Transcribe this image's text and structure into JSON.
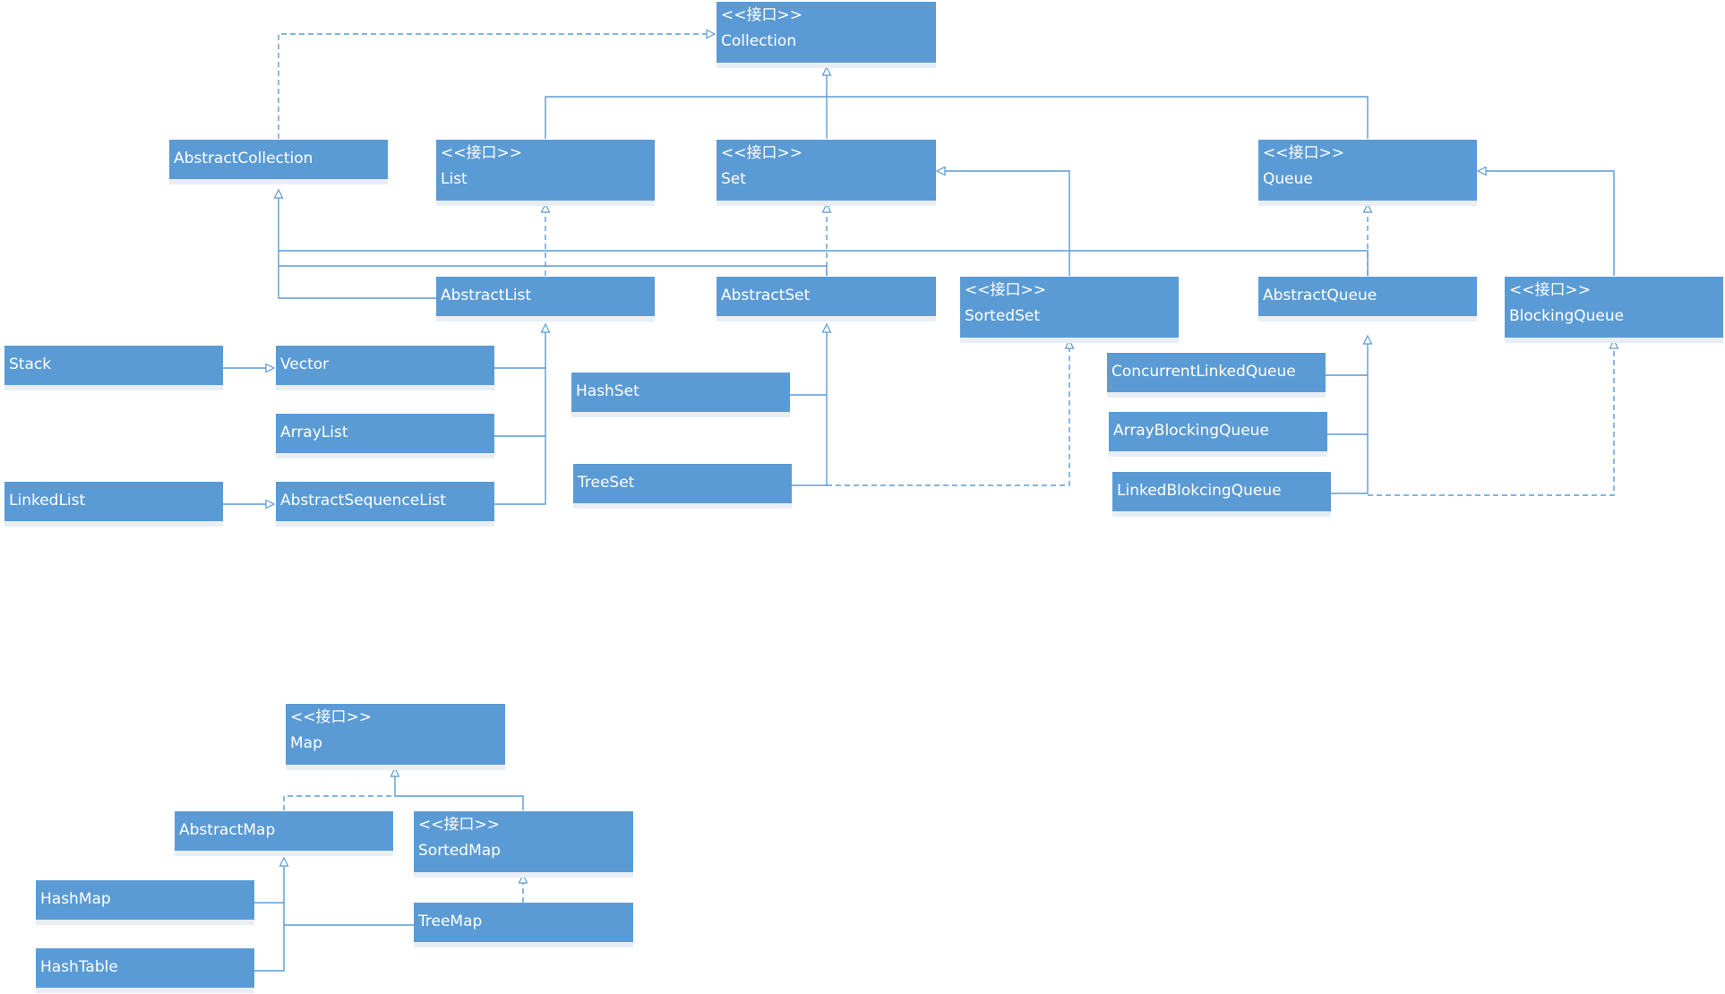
{
  "nodes": {
    "collection": {
      "stereotype": "<<接口>>",
      "name": "Collection"
    },
    "abstract_collection": {
      "name": "AbstractCollection"
    },
    "list": {
      "stereotype": "<<接口>>",
      "name": "List"
    },
    "set": {
      "stereotype": "<<接口>>",
      "name": "Set"
    },
    "queue": {
      "stereotype": "<<接口>>",
      "name": "Queue"
    },
    "abstract_list": {
      "name": "AbstractList"
    },
    "abstract_set": {
      "name": "AbstractSet"
    },
    "sorted_set": {
      "stereotype": "<<接口>>",
      "name": "SortedSet"
    },
    "abstract_queue": {
      "name": "AbstractQueue"
    },
    "blocking_queue": {
      "stereotype": "<<接口>>",
      "name": "BlockingQueue"
    },
    "stack": {
      "name": "Stack"
    },
    "vector": {
      "name": "Vector"
    },
    "array_list": {
      "name": "ArrayList"
    },
    "linked_list": {
      "name": "LinkedList"
    },
    "abstract_sequence_list": {
      "name": "AbstractSequenceList"
    },
    "hash_set": {
      "name": "HashSet"
    },
    "tree_set": {
      "name": "TreeSet"
    },
    "concurrent_linked_queue": {
      "name": "ConcurrentLinkedQueue"
    },
    "array_blocking_queue": {
      "name": "ArrayBlockingQueue"
    },
    "linked_blocking_queue": {
      "name": "LinkedBlokcingQueue"
    },
    "map": {
      "stereotype": "<<接口>>",
      "name": "Map"
    },
    "abstract_map": {
      "name": "AbstractMap"
    },
    "sorted_map": {
      "stereotype": "<<接口>>",
      "name": "SortedMap"
    },
    "hash_map": {
      "name": "HashMap"
    },
    "hash_table": {
      "name": "HashTable"
    },
    "tree_map": {
      "name": "TreeMap"
    }
  },
  "colors": {
    "box_fill": "#5b9bd5",
    "box_text": "#ffffff",
    "connector": "#5b9bd5"
  }
}
